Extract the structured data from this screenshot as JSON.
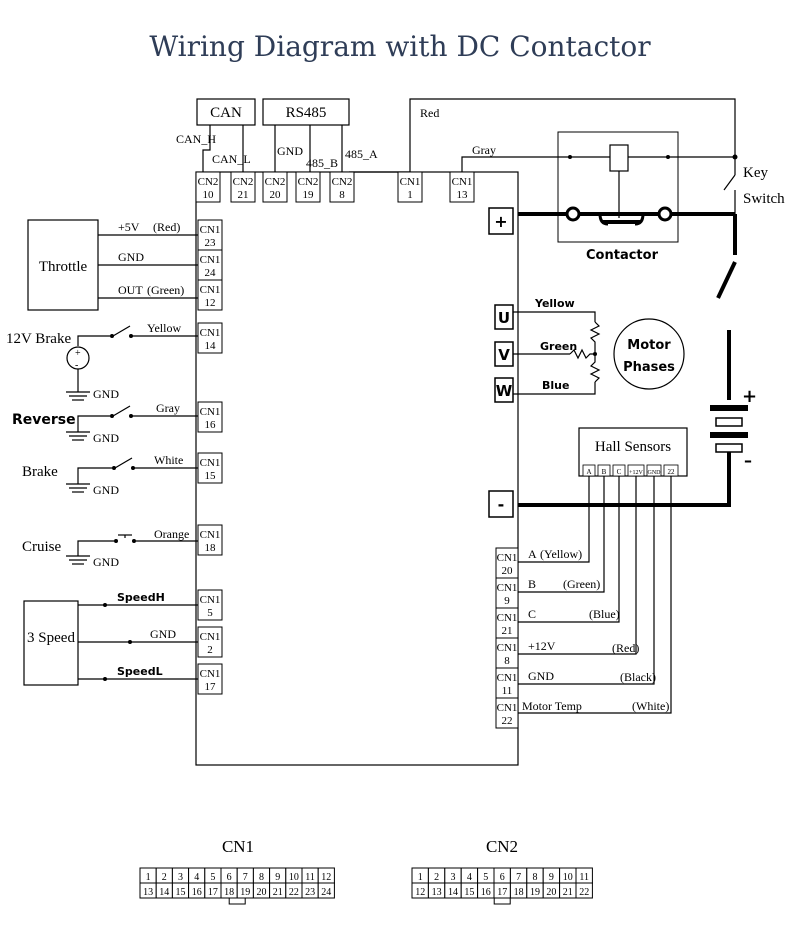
{
  "title": "Wiring Diagram with DC Contactor",
  "comm": {
    "can_box": "CAN",
    "rs485_box": "RS485",
    "can_h": "CAN_H",
    "can_l": "CAN_L",
    "gnd": "GND",
    "b485": "485_B",
    "a485": "485_A",
    "red": "Red",
    "gray": "Gray"
  },
  "top_connectors": [
    {
      "cn": "CN2",
      "pin": "10"
    },
    {
      "cn": "CN2",
      "pin": "21"
    },
    {
      "cn": "CN2",
      "pin": "20"
    },
    {
      "cn": "CN2",
      "pin": "19"
    },
    {
      "cn": "CN2",
      "pin": "8"
    },
    {
      "cn": "CN1",
      "pin": "1"
    },
    {
      "cn": "CN1",
      "pin": "13"
    }
  ],
  "throttle": {
    "name": "Throttle",
    "wires": [
      {
        "label": "+5V",
        "color": "(Red)",
        "cn": "CN1",
        "pin": "23"
      },
      {
        "label": "GND",
        "color": "",
        "cn": "CN1",
        "pin": "24"
      },
      {
        "label": "OUT",
        "color": "(Green)",
        "cn": "CN1",
        "pin": "12"
      }
    ]
  },
  "switches": [
    {
      "name": "12V Brake",
      "wire": "Yellow",
      "cn": "CN1",
      "pin": "14",
      "gnd": "GND"
    },
    {
      "name": "Reverse",
      "wire": "Gray",
      "cn": "CN1",
      "pin": "16",
      "gnd": "GND"
    },
    {
      "name": "Brake",
      "wire": "White",
      "cn": "CN1",
      "pin": "15",
      "gnd": "GND"
    },
    {
      "name": "Cruise",
      "wire": "Orange",
      "cn": "CN1",
      "pin": "18",
      "gnd": "GND"
    }
  ],
  "speed": {
    "name": "3 Speed",
    "wires": [
      {
        "label": "SpeedH",
        "cn": "CN1",
        "pin": "5"
      },
      {
        "label": "GND",
        "cn": "CN1",
        "pin": "2"
      },
      {
        "label": "SpeedL",
        "cn": "CN1",
        "pin": "17"
      }
    ]
  },
  "power": {
    "plus": "+",
    "minus": "-",
    "contactor": "Contactor",
    "key_switch_1": "Key",
    "key_switch_2": "Switch",
    "battery_plus": "+",
    "battery_minus": "–"
  },
  "motor": {
    "phases": [
      {
        "terminal": "U",
        "wire": "Yellow"
      },
      {
        "terminal": "V",
        "wire": "Green"
      },
      {
        "terminal": "W",
        "wire": "Blue"
      }
    ],
    "label_1": "Motor",
    "label_2": "Phases"
  },
  "hall": {
    "name": "Hall Sensors",
    "pins": [
      "A",
      "B",
      "C",
      "+12V",
      "GND",
      "22"
    ],
    "wires": [
      {
        "label": "A",
        "color": "(Yellow)",
        "cn": "CN1",
        "pin": "20"
      },
      {
        "label": "B",
        "color": "(Green)",
        "cn": "CN1",
        "pin": "9"
      },
      {
        "label": "C",
        "color": "(Blue)",
        "cn": "CN1",
        "pin": "21"
      },
      {
        "label": "+12V",
        "color": "(Red)",
        "cn": "CN1",
        "pin": "8"
      },
      {
        "label": "GND",
        "color": "(Black)",
        "cn": "CN1",
        "pin": "11"
      },
      {
        "label": "Motor Temp",
        "color": "(White)",
        "cn": "CN1",
        "pin": "22"
      }
    ]
  },
  "pinouts": {
    "cn1": {
      "title": "CN1",
      "row1": [
        "1",
        "2",
        "3",
        "4",
        "5",
        "6",
        "7",
        "8",
        "9",
        "10",
        "11",
        "12"
      ],
      "row2": [
        "13",
        "14",
        "15",
        "16",
        "17",
        "18",
        "19",
        "20",
        "21",
        "22",
        "23",
        "24"
      ]
    },
    "cn2": {
      "title": "CN2",
      "row1": [
        "1",
        "2",
        "3",
        "4",
        "5",
        "6",
        "7",
        "8",
        "9",
        "10",
        "11"
      ],
      "row2": [
        "12",
        "13",
        "14",
        "15",
        "16",
        "17",
        "18",
        "19",
        "20",
        "21",
        "22"
      ]
    }
  }
}
